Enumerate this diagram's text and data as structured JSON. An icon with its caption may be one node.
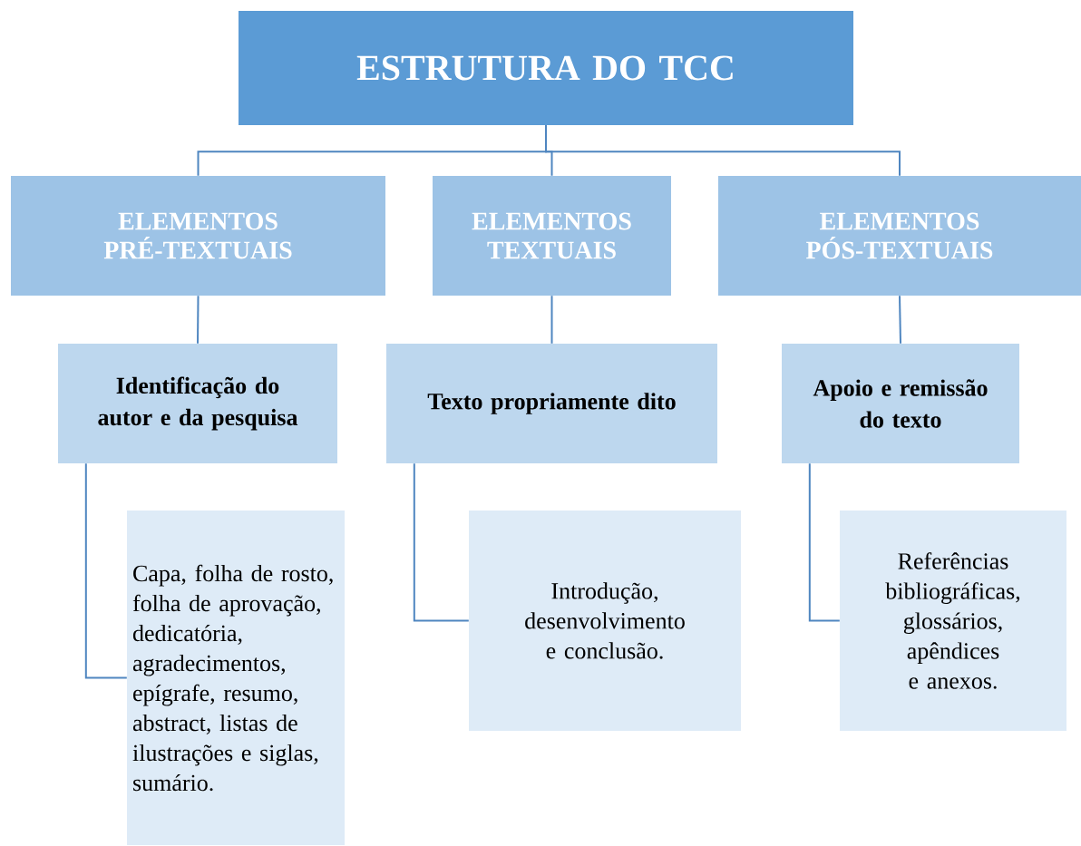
{
  "diagram": {
    "nodes": [
      {
        "text": [
          "ESTRUTURA DO TCC"
        ]
      },
      {
        "text": [
          "ELEMENTOS PRÉ-TEXTUAIS"
        ]
      },
      {
        "text": [
          "ELEMENTOS TEXTUAIS"
        ]
      },
      {
        "text": [
          "ELEMENTOS PÓS-TEXTUAIS"
        ]
      },
      {
        "text": [
          "Identificação do autor e da pesquisa"
        ]
      },
      {
        "text": [
          "Texto propriamente dito"
        ]
      },
      {
        "text": [
          "Apoio e remissão do texto"
        ]
      },
      {
        "text": [
          "Capa, folha de rosto, folha de aprovação, dedicatória, agradecimentos, epígrafe, resumo, abstract, listas de ilustrações e siglas, sumário."
        ]
      },
      {
        "text": [
          "Introdução, desenvolvimento e conclusão."
        ]
      },
      {
        "text": [
          "Referências bibliográficas, glossários, apêndices e anexos."
        ]
      }
    ],
    "edges": [
      {
        "from": 0,
        "to": 1,
        "arrow": "none"
      },
      {
        "from": 0,
        "to": 2,
        "arrow": "none"
      },
      {
        "from": 0,
        "to": 3,
        "arrow": "none"
      },
      {
        "from": 1,
        "to": 4,
        "arrow": "none"
      },
      {
        "from": 2,
        "to": 5,
        "arrow": "none"
      },
      {
        "from": 3,
        "to": 6,
        "arrow": "none"
      },
      {
        "from": 4,
        "to": 7,
        "arrow": "none"
      },
      {
        "from": 5,
        "to": 8,
        "arrow": "none"
      },
      {
        "from": 6,
        "to": 9,
        "arrow": "none"
      }
    ]
  }
}
